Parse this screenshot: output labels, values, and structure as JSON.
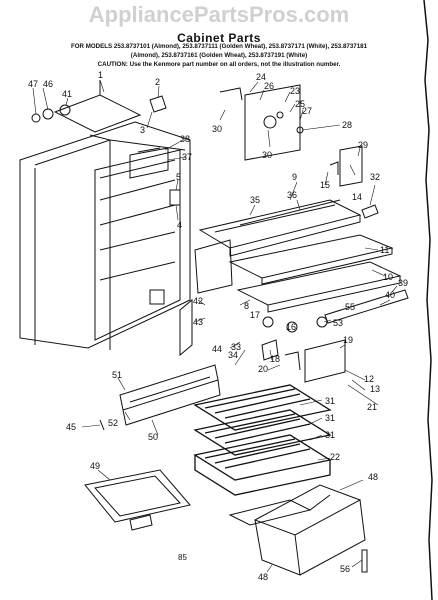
{
  "watermark": "AppliancePartsPros.com",
  "header": {
    "title": "Cabinet Parts",
    "line1": "FOR MODELS 253.8737101 (Almond), 253.8737111 (Golden Wheat), 253.8737171 (White), 253.8737181",
    "line2": "(Almond), 253.8737161 (Golden Wheat), 253.8737191 (White)",
    "line3": "CAUTION: Use the Kenmore part number on all orders, not the illustration number."
  },
  "part_labels": [
    "1",
    "2",
    "3",
    "4",
    "5",
    "8",
    "9",
    "10",
    "11",
    "12",
    "13",
    "14",
    "15",
    "16",
    "17",
    "18",
    "19",
    "20",
    "21",
    "22",
    "23",
    "24",
    "25",
    "26",
    "27",
    "28",
    "29",
    "30",
    "31",
    "32",
    "33",
    "34",
    "35",
    "36",
    "37",
    "38",
    "39",
    "40",
    "41",
    "42",
    "43",
    "44",
    "45",
    "46",
    "47",
    "48",
    "49",
    "50",
    "51",
    "52",
    "53",
    "55",
    "56"
  ],
  "page_number": "85"
}
